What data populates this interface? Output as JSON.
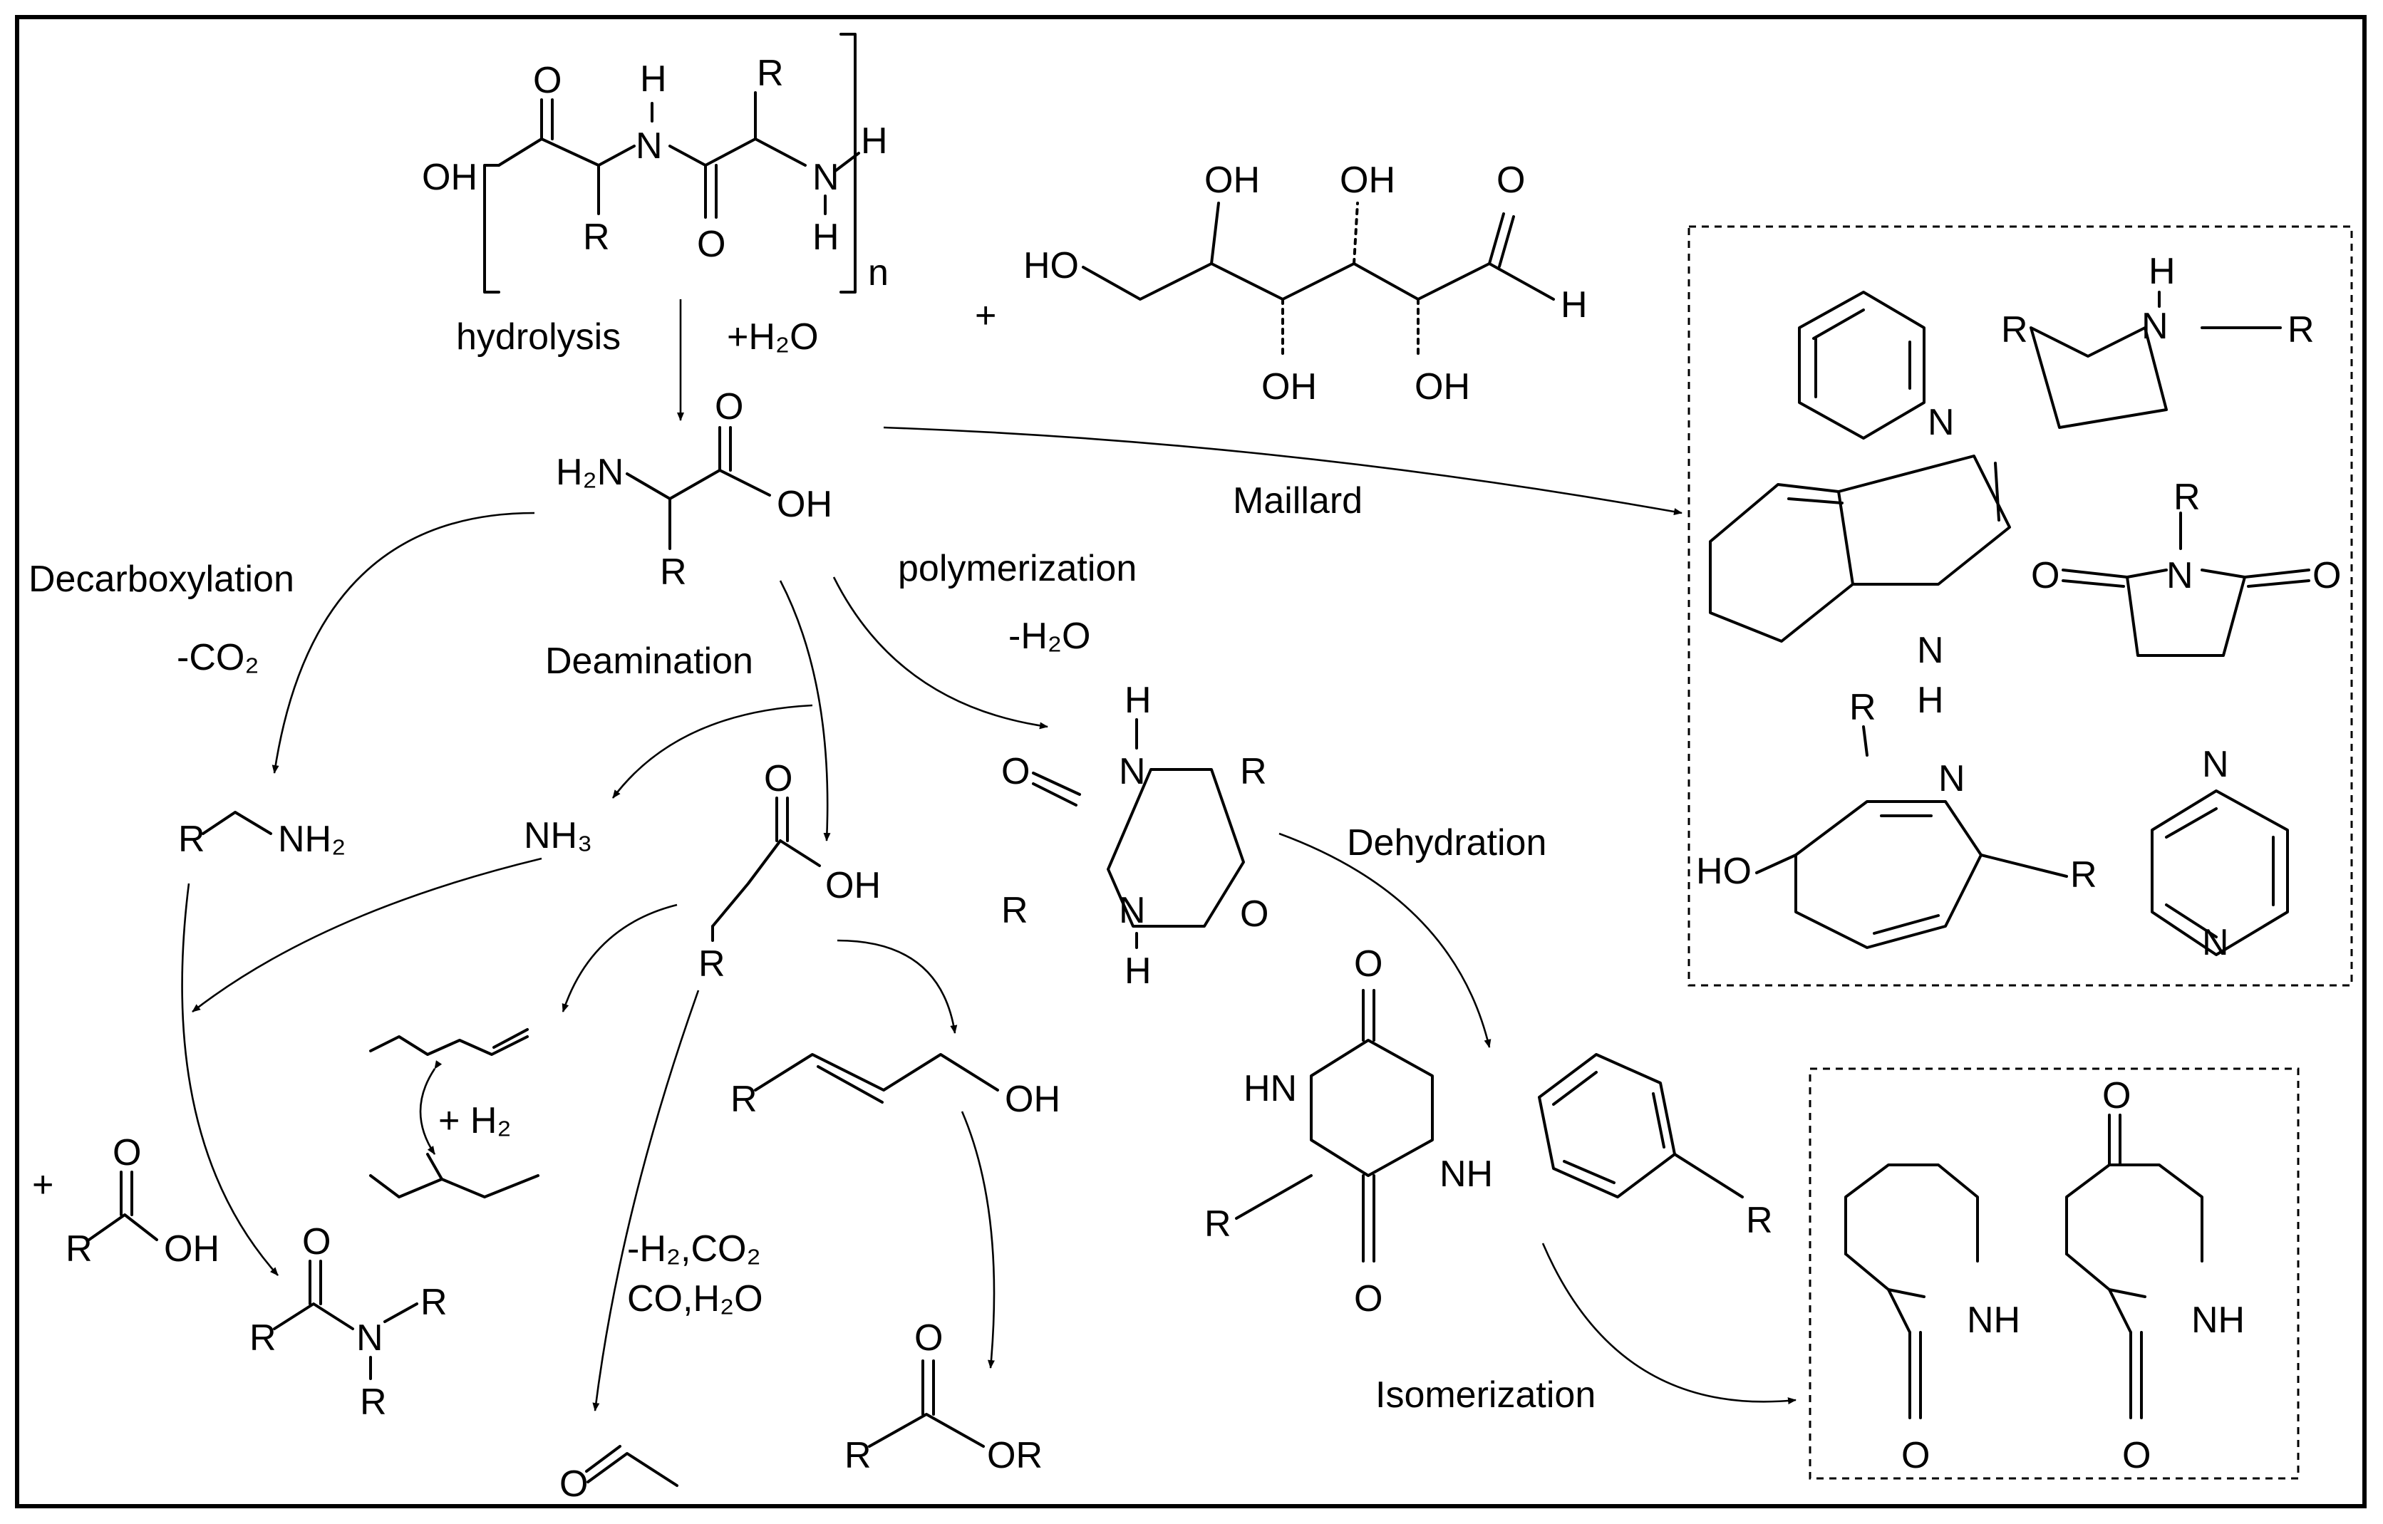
{
  "reactants": {
    "peptide": {
      "terminal_oh": "OH",
      "repeat_n": "n"
    },
    "sugar": {
      "plus": "+"
    }
  },
  "reaction_labels": {
    "hydrolysis": "hydrolysis",
    "water_add": "+H₂O",
    "maillard": "Maillard",
    "decarboxylation": "Decarboxylation",
    "minus_co2": "-CO₂",
    "deamination": "Deamination",
    "polymerization": "polymerization",
    "minus_h2o": "-H₂O",
    "dehydration": "Dehydration",
    "isomerization": "Isomerization",
    "plus_h2": "+ H₂",
    "minus_gases_line1": "-H₂,CO₂",
    "minus_gases_line2": "CO,H₂O",
    "plus_acid": "+"
  },
  "species": {
    "amine_nh2": "NH₂",
    "ammonia": "NH₃"
  },
  "atoms": {
    "O": "O",
    "H": "H",
    "N": "N",
    "R": "R",
    "OH": "OH",
    "HO": "HO",
    "NH": "NH",
    "HN": "HN",
    "OR": "OR",
    "H2N": "H₂N"
  },
  "boxes": {
    "maillard_products": "dashed",
    "isomerization_products": "dashed"
  },
  "colors": {
    "ink": "#000000",
    "background": "#ffffff"
  }
}
